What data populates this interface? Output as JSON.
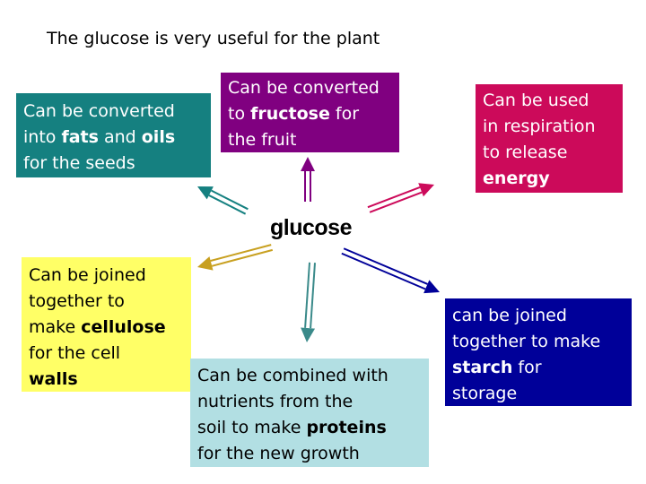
{
  "title": "The glucose is very useful for the plant",
  "center_label": "glucose",
  "boxes": [
    {
      "name": "fats-oils-box",
      "color": "#158080",
      "lines": [
        [
          {
            "t": "Can be converted"
          }
        ],
        [
          {
            "t": "into "
          },
          {
            "t": "fats",
            "b": true
          },
          {
            "t": " and "
          },
          {
            "t": "oils",
            "b": true
          }
        ],
        [
          {
            "t": "for the seeds"
          }
        ]
      ]
    },
    {
      "name": "fructose-box",
      "color": "#800080",
      "lines": [
        [
          {
            "t": "Can be converted"
          }
        ],
        [
          {
            "t": "to "
          },
          {
            "t": "fructose",
            "b": true
          },
          {
            "t": " for"
          }
        ],
        [
          {
            "t": "the fruit"
          }
        ]
      ]
    },
    {
      "name": "respiration-box",
      "color": "#cc0a5a",
      "lines": [
        [
          {
            "t": "Can be used"
          }
        ],
        [
          {
            "t": "in respiration"
          }
        ],
        [
          {
            "t": "to release"
          }
        ],
        [
          {
            "t": "energy",
            "b": true
          }
        ]
      ]
    },
    {
      "name": "cellulose-box",
      "color": "#ffff66",
      "lines": [
        [
          {
            "t": "Can be joined"
          }
        ],
        [
          {
            "t": "together to"
          }
        ],
        [
          {
            "t": "make "
          },
          {
            "t": "cellulose",
            "b": true
          }
        ],
        [
          {
            "t": "for the cell"
          }
        ],
        [
          {
            "t": "walls",
            "b": true
          }
        ]
      ]
    },
    {
      "name": "proteins-box",
      "color": "#b2dfe3",
      "lines": [
        [
          {
            "t": "Can be combined with"
          }
        ],
        [
          {
            "t": "nutrients from the"
          }
        ],
        [
          {
            "t": "soil to make "
          },
          {
            "t": "proteins",
            "b": true
          }
        ],
        [
          {
            "t": "for the new growth"
          }
        ]
      ]
    },
    {
      "name": "starch-box",
      "color": "#000099",
      "lines": [
        [
          {
            "t": "can be joined"
          }
        ],
        [
          {
            "t": "together to make"
          }
        ],
        [
          {
            "t": "starch",
            "b": true
          },
          {
            "t": " for"
          }
        ],
        [
          {
            "t": "storage"
          }
        ]
      ]
    }
  ],
  "arrows": [
    {
      "name": "arrow-to-fats-oils",
      "color": "#158080"
    },
    {
      "name": "arrow-to-fructose",
      "color": "#800080"
    },
    {
      "name": "arrow-to-respiration",
      "color": "#cc0a5a"
    },
    {
      "name": "arrow-to-cellulose",
      "color": "#c8a020"
    },
    {
      "name": "arrow-to-proteins",
      "color": "#3a8a8a"
    },
    {
      "name": "arrow-to-starch",
      "color": "#000099"
    }
  ]
}
